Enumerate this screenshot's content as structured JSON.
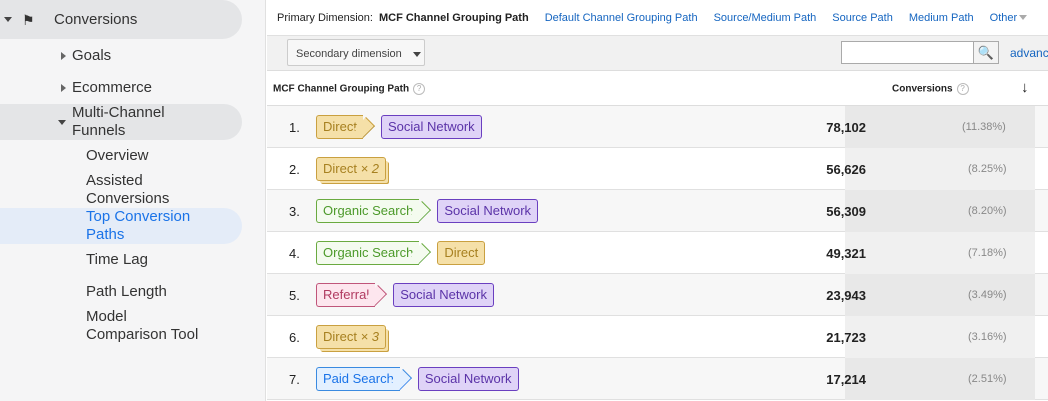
{
  "sidebar": {
    "items": [
      {
        "label": "Conversions"
      },
      {
        "label": "Goals"
      },
      {
        "label": "Ecommerce"
      },
      {
        "label": "Multi-Channel Funnels"
      },
      {
        "label": "Overview"
      },
      {
        "label": "Assisted Conversions"
      },
      {
        "label": "Top Conversion Paths"
      },
      {
        "label": "Time Lag"
      },
      {
        "label": "Path Length"
      },
      {
        "label": "Model Comparison Tool"
      }
    ]
  },
  "tabs": {
    "primary_label": "Primary Dimension:",
    "active": "MCF Channel Grouping Path",
    "links": [
      "Default Channel Grouping Path",
      "Source/Medium Path",
      "Source Path",
      "Medium Path",
      "Other"
    ]
  },
  "toolbar": {
    "secondary_dimension": "Secondary dimension",
    "search_value": "",
    "advanced": "advanc"
  },
  "table": {
    "col_path": "MCF Channel Grouping Path",
    "col_conversions": "Conversions",
    "rows": [
      {
        "n": "1.",
        "path": [
          {
            "label": "Direct",
            "type": "direct"
          },
          {
            "label": "Social Network",
            "type": "social"
          }
        ],
        "value": "78,102",
        "pct": "(11.38%)"
      },
      {
        "n": "2.",
        "path": [
          {
            "label": "Direct",
            "mult": "× 2",
            "type": "direct"
          }
        ],
        "value": "56,626",
        "pct": "(8.25%)"
      },
      {
        "n": "3.",
        "path": [
          {
            "label": "Organic Search",
            "type": "organic"
          },
          {
            "label": "Social Network",
            "type": "social"
          }
        ],
        "value": "56,309",
        "pct": "(8.20%)"
      },
      {
        "n": "4.",
        "path": [
          {
            "label": "Organic Search",
            "type": "organic"
          },
          {
            "label": "Direct",
            "type": "direct"
          }
        ],
        "value": "49,321",
        "pct": "(7.18%)"
      },
      {
        "n": "5.",
        "path": [
          {
            "label": "Referral",
            "type": "referral"
          },
          {
            "label": "Social Network",
            "type": "social"
          }
        ],
        "value": "23,943",
        "pct": "(3.49%)"
      },
      {
        "n": "6.",
        "path": [
          {
            "label": "Direct",
            "mult": "× 3",
            "type": "direct"
          }
        ],
        "value": "21,723",
        "pct": "(3.16%)"
      },
      {
        "n": "7.",
        "path": [
          {
            "label": "Paid Search",
            "type": "paid"
          },
          {
            "label": "Social Network",
            "type": "social"
          }
        ],
        "value": "17,214",
        "pct": "(2.51%)"
      }
    ]
  },
  "colors": {
    "direct": "#f5e0a8",
    "social": "#dfd3f7",
    "organic": "#f4fbef",
    "referral": "#fde6ee",
    "paid": "#e3f0ff",
    "link": "#1565c0"
  }
}
